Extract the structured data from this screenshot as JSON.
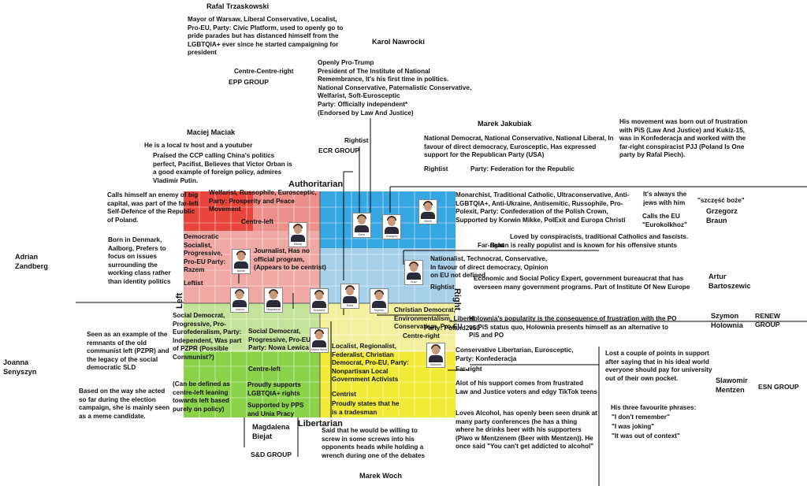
{
  "axes": {
    "top": "Authoritarian",
    "bottom": "Libertarian",
    "left": "Left",
    "right": "Right"
  },
  "colors": {
    "red": "#e8453c",
    "pink": "#e88a8a",
    "blue": "#33a4e0",
    "light_blue": "#a7cde8",
    "green": "#8bd44a",
    "light_green": "#c6e59a",
    "yellow": "#f2ec3a",
    "light_yellow": "#f4f09a"
  },
  "texts": {
    "trzaskowski_name": "Rafal Trzaskowski",
    "trzaskowski_desc": "Mayor of Warsaw, Liberal Conservative, Localist, Pro-EU, Party: Civic Platform, used to openly go to pride parades but has distanced himself from the LGBTQIA+ ever since he started campaigning for president",
    "trzaskowski_pos": "Centre-Centre-right",
    "trzaskowski_grp": "EPP GROUP",
    "nawrocki_name": "Karol Nawrocki",
    "nawrocki_desc": "Openly Pro-Trump\nPresident of The Institute of National Remembrance, It's his first time in politics.\nNational Conservative, Paternalistic Conservative, Welfarist, Soft-Eurosceptic\nParty: Officially independent*\n(Endorsed by Law And Justice)",
    "nawrocki_pos": "Rightist",
    "nawrocki_grp": "ECR GROUP",
    "jakubiak_name": "Marek Jakubiak",
    "jakubiak_desc": "National Democrat, National Conservative, National Liberal, In favour of direct democracy, Eurosceptic, Has expressed support for the Republican Party (USA)",
    "jakubiak_pos": "Rightist",
    "jakubiak_party": "Party: Federation for the Republic",
    "piech_desc": "His movement was born out of frustration with PiS (Law And Justice) and Kukiz-15, was in Konfederacja and worked with the far-right conspiracist PJJ (Poland Is One party by Rafal Piech).",
    "maciak_name": "Maciej Maciak",
    "maciak_desc1": "He is a local tv host and a youtuber",
    "maciak_desc2": "Praised the CCP calling China's politics perfect, Pacifist, Believes that Victor Orban is a good example of foreign policy, admires Vladimir Putin.",
    "maciak_desc3": "Welfarist, Russophile, Eurosceptic, Party: Prosperity and Peace Movement",
    "maciak_pos": "Centre-left",
    "enemy_desc": "Calls himself an enemy of big capital, was part of the far-left Self-Defence of the Republic of Poland.",
    "braun_desc": "Monarchist, Traditional Catholic, Ultraconservative, Anti-LGBTQIA+, Anti-Ukraine, Antisemitic, Russophile, Pro-Polexit, Party: Confederation of the Polish Crown, Supported by Korwin Mikke, PolExit and Europa Christi",
    "braun_pos": "Far-right",
    "braun_jews": "It's always the jews with him",
    "braun_quote": "\"szczęść boże\"",
    "braun_name": "Grzegorz Braun",
    "braun_eu": "Calls the EU \"Eurokolkhoz\"",
    "braun_loved": "Loved by conspiracists, traditional Catholics and fascists.",
    "braun_populist": "Braun is really populist and is known for his offensive stunts",
    "zandberg_name": "Adrian Zandberg",
    "zandberg_bio": "Born in Denmark, Aalborg, Prefers to focus on issues surrounding the working class rather than identity politics",
    "zandberg_desc": "Democratic Socialist, Progressive, Pro-EU Party: Razem",
    "zandberg_pos": "Leftist",
    "journalist": "Journalist, Has no official program, (Appears to be centrist)",
    "bartoszewicz_desc": "Nationalist, Technocrat, Conservative, In favour of direct democracy, Opinion on EU not defined",
    "bartoszewicz_pos": "Rightist",
    "bartoszewicz_econ": "Economic and Social Policy Expert, government bureaucrat that has overseen many government programs. Part of Institute Of New Europe",
    "bartoszewicz_name": "Artur Bartoszewic",
    "senyszyn_name": "Joanna Senyszyn",
    "senyszyn_remnant": "Seen as an example of the remnants of the old communist left (PZPR) and the legacy of the social democratic SLD",
    "senyszyn_meme": "Based on the way she acted so far during the election campaign, she is mainly seen as a meme candidate.",
    "senyszyn_desc": "Social Democrat, Progressive, Pro-Eurofederalism, Party: Independent, Was part of PZPR (Possible Communist?)",
    "senyszyn_pos": "(Can be defined as centre-left leaning towards left based purely on policy)",
    "biejat_desc": "Social Democrat, Progressive, Pro-EU Party: Nowa Lewica",
    "biejat_pos": "Centre-left",
    "biejat_lgbt": "Proudly supports LGBTQIA+ rights",
    "biejat_pps": "Supported by PPS and Unia Pracy",
    "biejat_name": "Magdalena Biejat",
    "biejat_grp": "S&D GROUP",
    "woch_desc": "Localist, Regionalist, Federalist, Christian Democrat, Pro-EU, Party: Nonpartisan Local Government Activists",
    "woch_pos": "Centrist",
    "woch_trades": "Proudly states that he is a tradesman",
    "woch_wrench": "Said that he would be willing to screw in some screws into his opponents heads while holding a wrench during one of the debates",
    "woch_name": "Marek Woch",
    "holownia_desc": "Christian Democrat, Environmentalism, Liberal Conservatism, Pro-EU",
    "holownia_party": "Party: Poland2050",
    "holownia_pos": "Centre-right",
    "holownia_pop": "Holownia's popularity is the consequence of frustration with the PO vs PiS status quo, Holownia presents himself as an alternative to PiS and PO",
    "holownia_name": "Szymon Holownia",
    "holownia_grp": "RENEW GROUP",
    "mentzen_desc": "Conservative Libertarian, Eurosceptic, Party: Konfederacja",
    "mentzen_pos": "Far-right",
    "mentzen_support": "Alot of his support comes from frustrated Law and Justice voters and edgy TikTok teens",
    "mentzen_alcohol": "Loves Alcohol, has openly been seen drunk at many party conferences (he has a thing where he drinks beer with his supporters (Piwo w Mentzenem (Beer with Mentzen)). He once said \"You can't get addicted to alcohol\"",
    "mentzen_lost": "Lost a couple of points in support after saying that in his ideal world everyone should pay for university out of their own pocket.",
    "mentzen_name": "Slawomir Mentzen",
    "mentzen_grp": "ESN GROUP",
    "mentzen_phrases_title": "His three favourite phrases:",
    "mentzen_p1": "\"I don't remember\"",
    "mentzen_p2": "\"I was joking\"",
    "mentzen_p3": "\"It was out of context\""
  },
  "photos": [
    {
      "cap": "Marek Jakubiak"
    },
    {
      "cap": "Karol Nawrocki"
    },
    {
      "cap": "Grzegorz Braun"
    },
    {
      "cap": "Maciej Maciak"
    },
    {
      "cap": "Adrian Zandberg"
    },
    {
      "cap": "Artur Bartoszewicz"
    },
    {
      "cap": "Joanna Senyszyn"
    },
    {
      "cap": "Magdalena Biejat"
    },
    {
      "cap": "Krzysztof Stanowski"
    },
    {
      "cap": "Rafal Trzaskowski"
    },
    {
      "cap": "Szymon Holownia"
    },
    {
      "cap": "Marek Woch"
    },
    {
      "cap": "Slawomir Mentzen"
    }
  ]
}
